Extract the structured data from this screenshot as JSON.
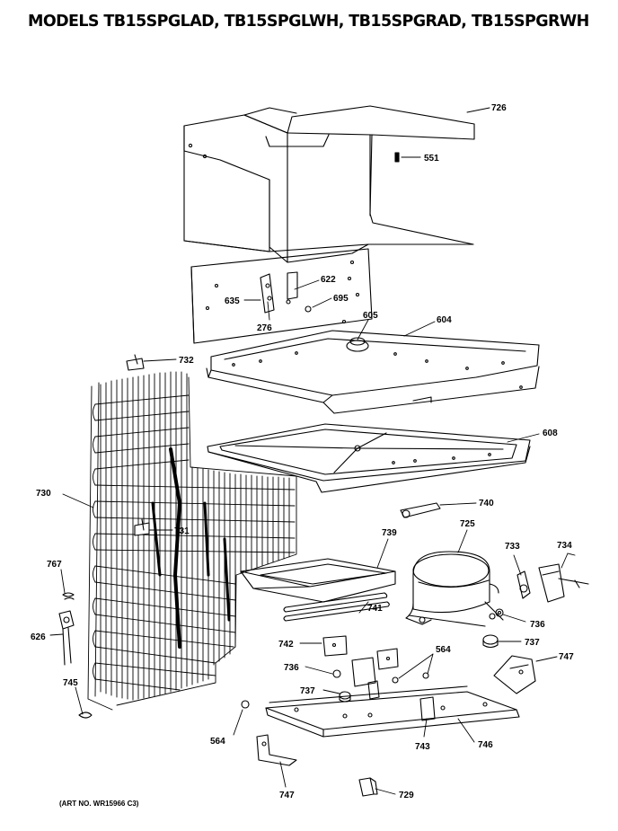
{
  "title": "MODELS TB15SPGLAD, TB15SPGLWH, TB15SPGRAD, TB15SPGRWH",
  "art_number": "(ART NO. WR15966 C3)",
  "callouts": [
    {
      "id": "c726",
      "text": "726"
    },
    {
      "id": "c551",
      "text": "551"
    },
    {
      "id": "c622",
      "text": "622"
    },
    {
      "id": "c635",
      "text": "635"
    },
    {
      "id": "c695",
      "text": "695"
    },
    {
      "id": "c276",
      "text": "276"
    },
    {
      "id": "c605",
      "text": "605"
    },
    {
      "id": "c604",
      "text": "604"
    },
    {
      "id": "c732",
      "text": "732"
    },
    {
      "id": "c608",
      "text": "608"
    },
    {
      "id": "c730",
      "text": "730"
    },
    {
      "id": "c740",
      "text": "740"
    },
    {
      "id": "c731",
      "text": "731"
    },
    {
      "id": "c739",
      "text": "739"
    },
    {
      "id": "c725",
      "text": "725"
    },
    {
      "id": "c733",
      "text": "733"
    },
    {
      "id": "c734",
      "text": "734"
    },
    {
      "id": "c767",
      "text": "767"
    },
    {
      "id": "c741",
      "text": "741"
    },
    {
      "id": "c736a",
      "text": "736"
    },
    {
      "id": "c626",
      "text": "626"
    },
    {
      "id": "c742",
      "text": "742"
    },
    {
      "id": "c564a",
      "text": "564"
    },
    {
      "id": "c737a",
      "text": "737"
    },
    {
      "id": "c747a",
      "text": "747"
    },
    {
      "id": "c736b",
      "text": "736"
    },
    {
      "id": "c745",
      "text": "745"
    },
    {
      "id": "c737b",
      "text": "737"
    },
    {
      "id": "c564b",
      "text": "564"
    },
    {
      "id": "c743",
      "text": "743"
    },
    {
      "id": "c746",
      "text": "746"
    },
    {
      "id": "c747b",
      "text": "747"
    },
    {
      "id": "c729",
      "text": "729"
    }
  ]
}
